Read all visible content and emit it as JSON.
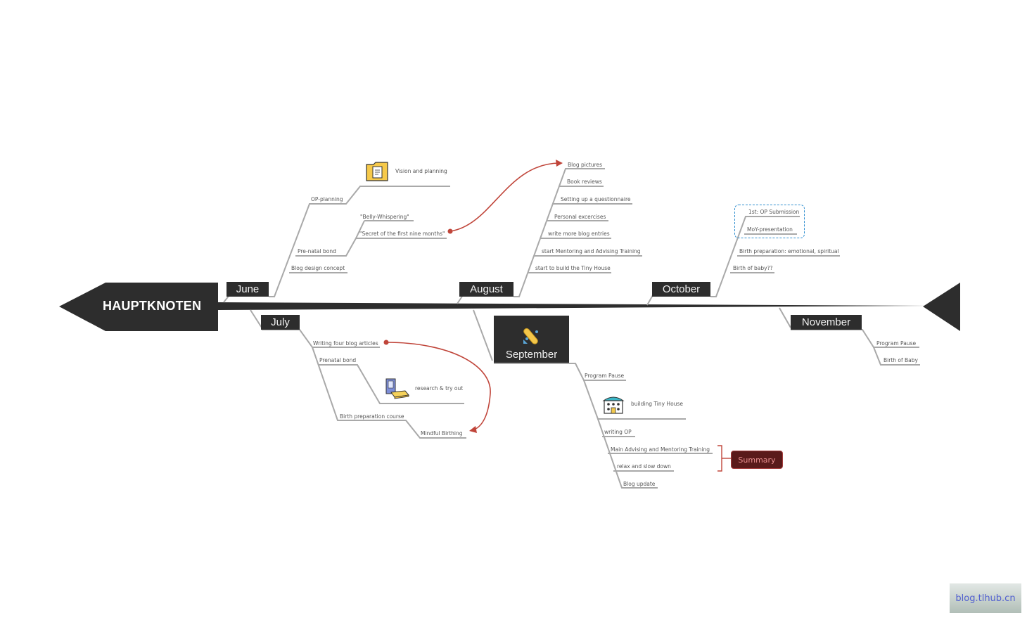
{
  "title": "HAUPTKNOTEN",
  "months": {
    "june": "June",
    "july": "July",
    "august": "August",
    "september": "September",
    "october": "October",
    "november": "November"
  },
  "june": {
    "op_planning": "OP-planning",
    "vision_and_planning": "Vision and planning",
    "belly_whispering": "\"Belly-Whispering\"",
    "secret": "\"Secret of the first nine months\"",
    "prenatal_bond": "Pre-natal bond",
    "blog_design": "Blog design concept"
  },
  "july": {
    "writing_four": "Writing four blog articles",
    "prenatal_bond": "Prenatal bond",
    "research": "research & try out",
    "birth_prep_course": "Birth preparation course",
    "mindful_birthing": "Mindful Birthing"
  },
  "august": {
    "items": [
      "Blog pictures",
      "Book reviews",
      "Setting up a questionnaire",
      "Personal excercises",
      "write more blog entries",
      "start Mentoring and Advising Training",
      "start to build the Tiny House"
    ]
  },
  "september": {
    "program_pause": "Program Pause",
    "building_tiny_house": "building Tiny House",
    "writing_op": "writing OP",
    "main_advising": "Main Advising and Mentoring Training",
    "relax": "relax and slow down",
    "blog_update": "Blog update",
    "summary": "Summary"
  },
  "october": {
    "items": [
      "1st: OP Submission",
      "MoY-presentation",
      "Birth preparation: emotional, spiritual",
      "Birth of baby??"
    ]
  },
  "november": {
    "items": [
      "Program Pause",
      "Birth of Baby"
    ]
  },
  "watermark": "blog.tlhub.cn",
  "colors": {
    "dark": "#2d2d2d",
    "branch": "#a9a9a9",
    "relation": "#c0453a",
    "boundary": "#2f8ecf",
    "summary_bg": "#5a1a1a"
  }
}
